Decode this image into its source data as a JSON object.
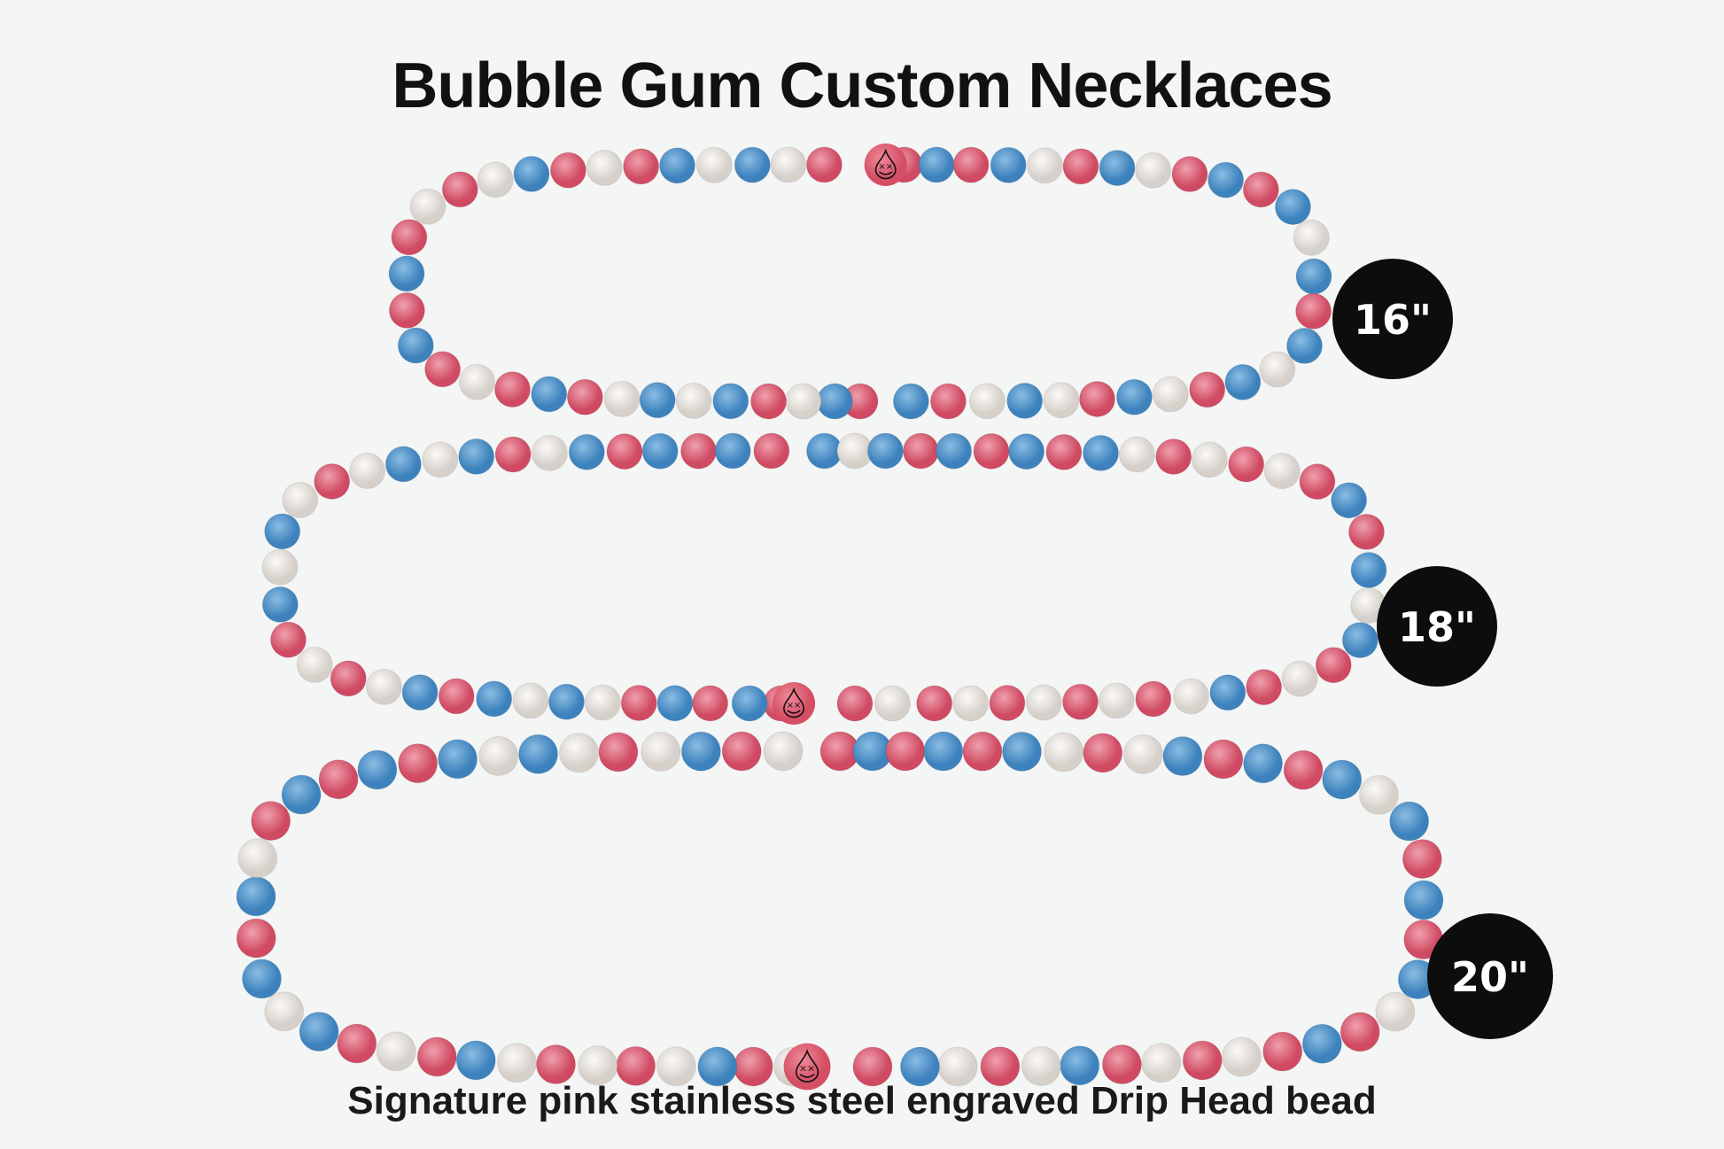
{
  "title": "Bubble Gum Custom Necklaces",
  "caption": "Signature pink stainless steel engraved Drip Head bead",
  "necklaces": [
    {
      "size_label": "16\"",
      "pendant": "top"
    },
    {
      "size_label": "18\"",
      "pendant": "bottom"
    },
    {
      "size_label": "20\"",
      "pendant": "bottom"
    }
  ],
  "colors": {
    "blue": "#4a8fc7",
    "pink": "#d9566d",
    "white": "#e8e4e0",
    "pendant": "#dd5f73",
    "badge": "#0d0d0d"
  }
}
